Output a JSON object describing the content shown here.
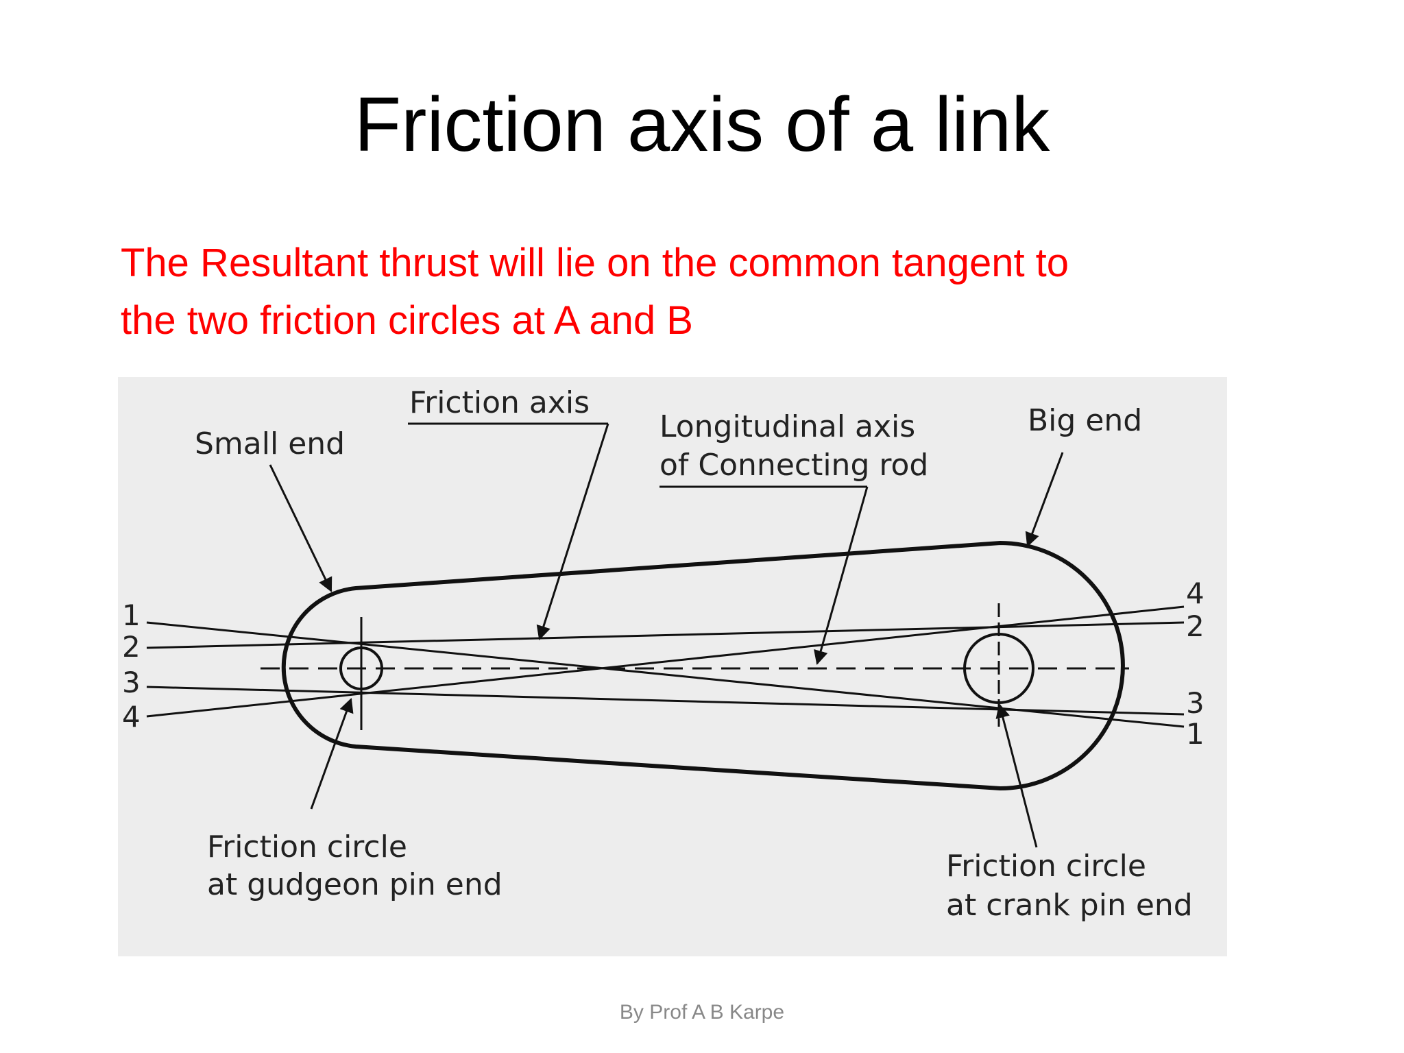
{
  "slide": {
    "title": "Friction axis of a link",
    "body_line_1": "The Resultant thrust will lie on the common tangent to",
    "body_line_2": "the two friction circles at A and B",
    "footer": "By Prof A B Karpe"
  },
  "diagram": {
    "labels": {
      "small_end": "Small end",
      "friction_axis": "Friction axis",
      "longitudinal_axis_1": "Longitudinal axis",
      "longitudinal_axis_2": "of Connecting rod",
      "big_end": "Big end",
      "friction_circle_left_1": "Friction circle",
      "friction_circle_left_2": "at gudgeon pin end",
      "friction_circle_right_1": "Friction circle",
      "friction_circle_right_2": "at crank pin end"
    },
    "left_numbers": [
      "1",
      "2",
      "3",
      "4"
    ],
    "right_numbers": [
      "4",
      "2",
      "3",
      "1"
    ]
  },
  "colors": {
    "title": "#000000",
    "body_text": "#ff0000",
    "figure_background": "#ededed",
    "footer": "#888888"
  }
}
